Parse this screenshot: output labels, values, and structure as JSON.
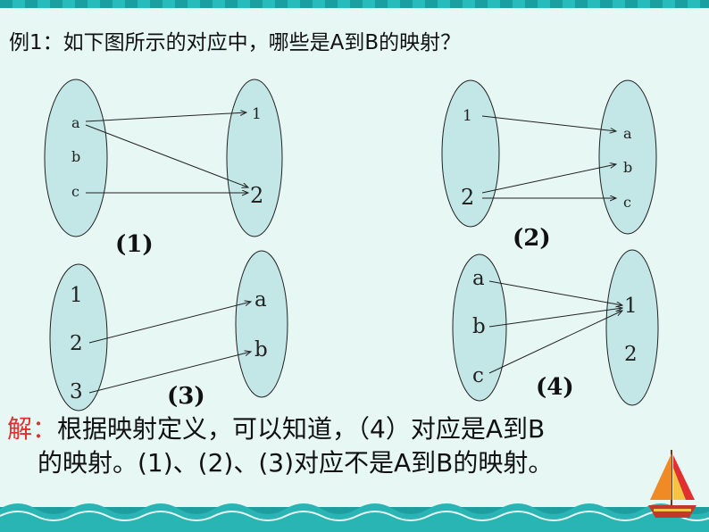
{
  "question": "例1：如下图所示的对应中，哪些是A到B的映射？",
  "answer": {
    "label": "解：",
    "line1": "根据映射定义，可以知道，（4）对应是A到B",
    "line2": "的映射。(1)、(2)、(3)对应不是A到B的映射。"
  },
  "diagrams": [
    {
      "label": "(1)",
      "set_a": [
        "a",
        "b",
        "c"
      ],
      "set_b": [
        "1",
        "2"
      ],
      "mappings": [
        [
          "a",
          "1"
        ],
        [
          "a",
          "2"
        ],
        [
          "c",
          "2"
        ]
      ]
    },
    {
      "label": "(2)",
      "set_a": [
        "1",
        "2"
      ],
      "set_b": [
        "a",
        "b",
        "c"
      ],
      "mappings": [
        [
          "1",
          "a"
        ],
        [
          "2",
          "b"
        ],
        [
          "2",
          "c"
        ]
      ]
    },
    {
      "label": "(3)",
      "set_a": [
        "1",
        "2",
        "3"
      ],
      "set_b": [
        "a",
        "b"
      ],
      "mappings": [
        [
          "2",
          "a"
        ],
        [
          "3",
          "b"
        ]
      ]
    },
    {
      "label": "(4)",
      "set_a": [
        "a",
        "b",
        "c"
      ],
      "set_b": [
        "1",
        "2"
      ],
      "mappings": [
        [
          "a",
          "1"
        ],
        [
          "b",
          "1"
        ],
        [
          "c",
          "1"
        ]
      ]
    }
  ],
  "colors": {
    "background": "#e6f7f4",
    "ellipse_fill": "#c3e6e6",
    "accent_red": "#e03030",
    "border_teal": "#1a9fa0"
  },
  "icons": [
    "sailboat-icon",
    "wave-border-icon"
  ]
}
